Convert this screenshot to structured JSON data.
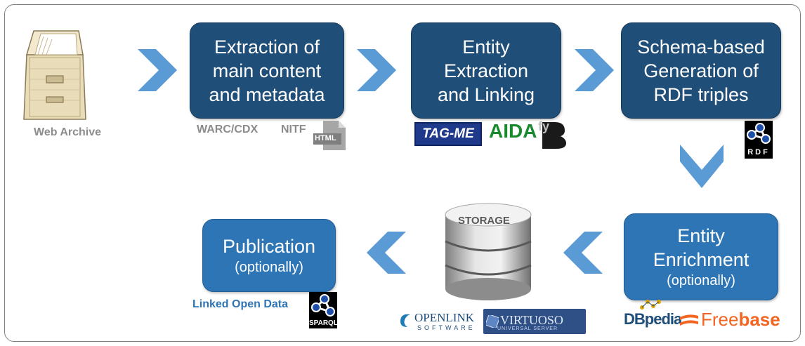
{
  "steps": [
    {
      "lines": [
        "Extraction of",
        "main content",
        "and metadata"
      ]
    },
    {
      "lines": [
        "Entity",
        "Extraction",
        "and Linking"
      ]
    },
    {
      "lines": [
        "Schema-based",
        "Generation of",
        "RDF triples"
      ]
    },
    {
      "lines": [
        "Entity",
        "Enrichment"
      ],
      "note": "(optionally)"
    },
    {
      "lines": [
        "Publication"
      ],
      "note": "(optionally)"
    }
  ],
  "labels": {
    "web_archive": "Web Archive",
    "warc": "WARC/CDX",
    "nitf": "NITF",
    "html": "HTML",
    "storage": "STORAGE",
    "linked_open_data": "Linked Open Data"
  },
  "logos": {
    "tagme": "TAG-ME",
    "aida": "AIDA",
    "fy": "fy",
    "rdf": "RDF",
    "sparql": "SPARQL",
    "dbpedia": "DBpedia",
    "freebase_free": "Free",
    "freebase_base": "base",
    "openlink": "OPENLINK",
    "software": "SOFTWARE",
    "virtuoso": "VIRTUOSO",
    "universal_server": "UNIVERSAL SERVER"
  },
  "colors": {
    "dark_box": "#1f4e79",
    "light_box": "#2e75b6",
    "arrow": "#5b9bd5"
  }
}
